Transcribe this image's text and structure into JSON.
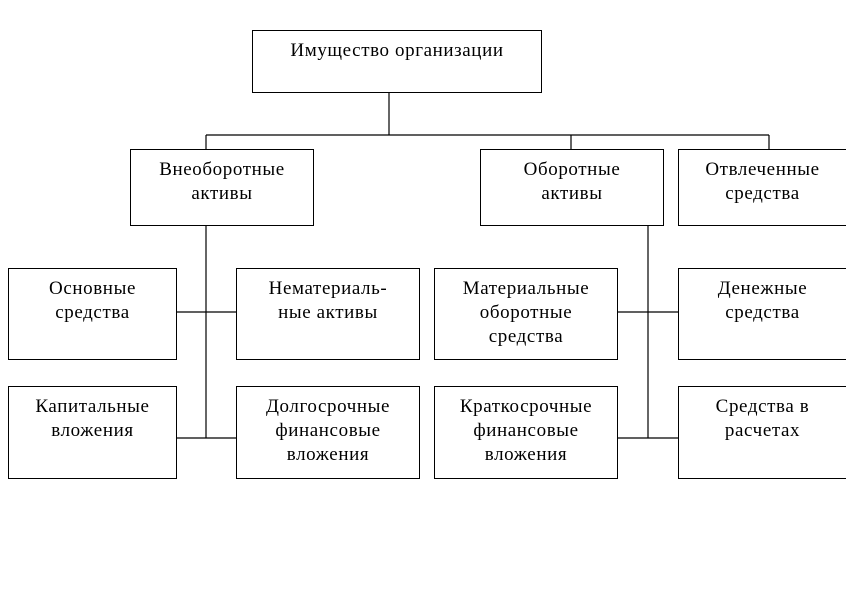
{
  "diagram": {
    "root": {
      "line1": "Имущество организации"
    },
    "categories": {
      "noncurrent": {
        "line1": "Внеоборотные",
        "line2": "активы"
      },
      "current": {
        "line1": "Оборотные",
        "line2": "активы"
      },
      "diverted": {
        "line1": "Отвлеченные",
        "line2": "средства"
      }
    },
    "items": {
      "fixed_assets": {
        "line1": "Основные",
        "line2": "средства"
      },
      "intangible_assets": {
        "line1": "Нематериаль-",
        "line2": "ные активы"
      },
      "capital_investments": {
        "line1": "Капитальные",
        "line2": "вложения"
      },
      "longterm_investments": {
        "line1": "Долгосрочные",
        "line2": "финансовые",
        "line3": "вложения"
      },
      "material_current_assets": {
        "line1": "Материальные",
        "line2": "оборотные",
        "line3": "средства"
      },
      "cash": {
        "line1": "Денежные",
        "line2": "средства"
      },
      "shortterm_investments": {
        "line1": "Краткосрочные",
        "line2": "финансовые",
        "line3": "вложения"
      },
      "receivables": {
        "line1": "Средства в",
        "line2": "расчетах"
      }
    }
  }
}
